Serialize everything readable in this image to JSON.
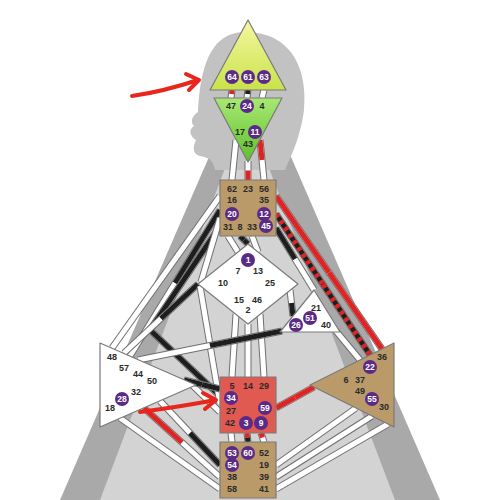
{
  "diagram": {
    "nodes": [
      {
        "text": [
          "64",
          "61",
          "63"
        ]
      },
      {
        "text": [
          "47",
          "24",
          "4",
          "17",
          "11",
          "43"
        ]
      },
      {
        "text": [
          "62",
          "23",
          "56",
          "16",
          "35",
          "20",
          "12",
          "31",
          "8",
          "33",
          "45"
        ]
      },
      {
        "text": [
          "1",
          "7",
          "13",
          "10",
          "25",
          "15",
          "46",
          "2"
        ]
      },
      {
        "text": [
          "21",
          "51",
          "26",
          "40"
        ]
      },
      {
        "text": [
          "48",
          "57",
          "44",
          "50",
          "32",
          "28",
          "18"
        ]
      },
      {
        "text": [
          "5",
          "14",
          "29",
          "34",
          "59",
          "27",
          "42",
          "3",
          "9"
        ]
      },
      {
        "text": [
          "36",
          "22",
          "6",
          "37",
          "49",
          "55",
          "30"
        ]
      },
      {
        "text": [
          "53",
          "60",
          "52",
          "54",
          "19",
          "38",
          "39",
          "58",
          "41"
        ]
      }
    ],
    "edges": [
      {
        "from": 0,
        "to": 1,
        "arrow": "none"
      },
      {
        "from": 0,
        "to": 1,
        "arrow": "none"
      },
      {
        "from": 0,
        "to": 1,
        "arrow": "none"
      },
      {
        "from": 1,
        "to": 2,
        "arrow": "none"
      },
      {
        "from": 1,
        "to": 2,
        "arrow": "none"
      },
      {
        "from": 1,
        "to": 2,
        "arrow": "none"
      },
      {
        "from": 2,
        "to": 3,
        "arrow": "none"
      },
      {
        "from": 2,
        "to": 3,
        "arrow": "none"
      },
      {
        "from": 2,
        "to": 3,
        "arrow": "none"
      },
      {
        "from": 2,
        "to": 4,
        "arrow": "none"
      },
      {
        "from": 2,
        "to": 5,
        "arrow": "none"
      },
      {
        "from": 2,
        "to": 5,
        "arrow": "none"
      },
      {
        "from": 2,
        "to": 6,
        "arrow": "none"
      },
      {
        "from": 2,
        "to": 7,
        "arrow": "none"
      },
      {
        "from": 2,
        "to": 7,
        "arrow": "none"
      },
      {
        "from": 2,
        "to": 3,
        "arrow": "none"
      },
      {
        "from": 3,
        "to": 4,
        "arrow": "none"
      },
      {
        "from": 3,
        "to": 5,
        "arrow": "none"
      },
      {
        "from": 3,
        "to": 6,
        "arrow": "none"
      },
      {
        "from": 3,
        "to": 6,
        "arrow": "none"
      },
      {
        "from": 3,
        "to": 6,
        "arrow": "none"
      },
      {
        "from": 3,
        "to": 6,
        "arrow": "none"
      },
      {
        "from": 4,
        "to": 5,
        "arrow": "none"
      },
      {
        "from": 4,
        "to": 7,
        "arrow": "none"
      },
      {
        "from": 5,
        "to": 6,
        "arrow": "none"
      },
      {
        "from": 5,
        "to": 6,
        "arrow": "none"
      },
      {
        "from": 5,
        "to": 8,
        "arrow": "none"
      },
      {
        "from": 5,
        "to": 8,
        "arrow": "none"
      },
      {
        "from": 5,
        "to": 8,
        "arrow": "none"
      },
      {
        "from": 6,
        "to": 7,
        "arrow": "none"
      },
      {
        "from": 6,
        "to": 8,
        "arrow": "none"
      },
      {
        "from": 6,
        "to": 8,
        "arrow": "none"
      },
      {
        "from": 6,
        "to": 8,
        "arrow": "none"
      },
      {
        "from": 7,
        "to": 8,
        "arrow": "none"
      },
      {
        "from": 7,
        "to": 8,
        "arrow": "none"
      },
      {
        "from": 7,
        "to": 8,
        "arrow": "none"
      }
    ]
  }
}
